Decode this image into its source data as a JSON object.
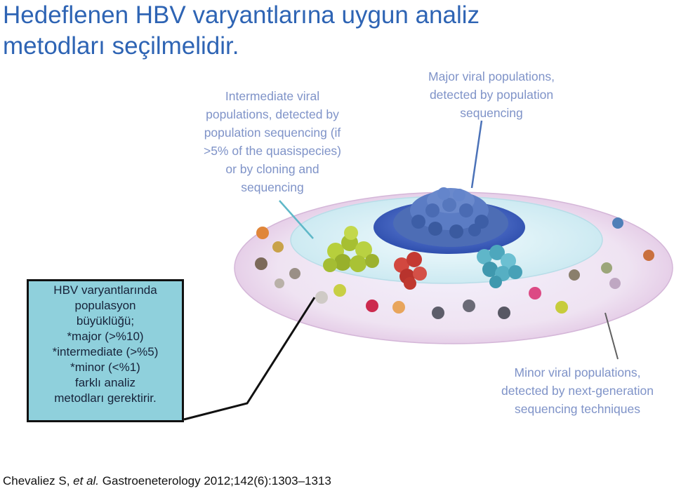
{
  "title": {
    "line1": "Hedeflenen HBV varyantlarına uygun analiz",
    "line2": "metodları seçilmelidir."
  },
  "callouts": {
    "intermediate": [
      "Intermediate viral",
      "populations, detected by",
      "population sequencing (if",
      ">5% of the quasispecies)",
      "or by cloning and",
      "sequencing"
    ],
    "major": [
      "Major viral populations,",
      "detected by population",
      "sequencing"
    ],
    "minor": [
      "Minor viral populations,",
      "detected by next-generation",
      "sequencing techniques"
    ]
  },
  "infobox": [
    "HBV varyantlarında",
    "populasyon",
    "büyüklüğü;",
    "*major (>%10)",
    "*intermediate (>%5)",
    "*minor (<%1)",
    "farklı analiz",
    "metodları gerektirir."
  ],
  "citation": {
    "authors": "Chevaliez S,",
    "etal": "et al.",
    "ref": "Gastroeneterology 2012;142(6):1303–1313"
  },
  "colors": {
    "title": "#2e64b4",
    "callout_text": "#7f93c8",
    "infobox_bg": "#8fd0dc",
    "major_cluster": "#4a6fb8",
    "intermediate_cluster": "#a8c13a"
  }
}
